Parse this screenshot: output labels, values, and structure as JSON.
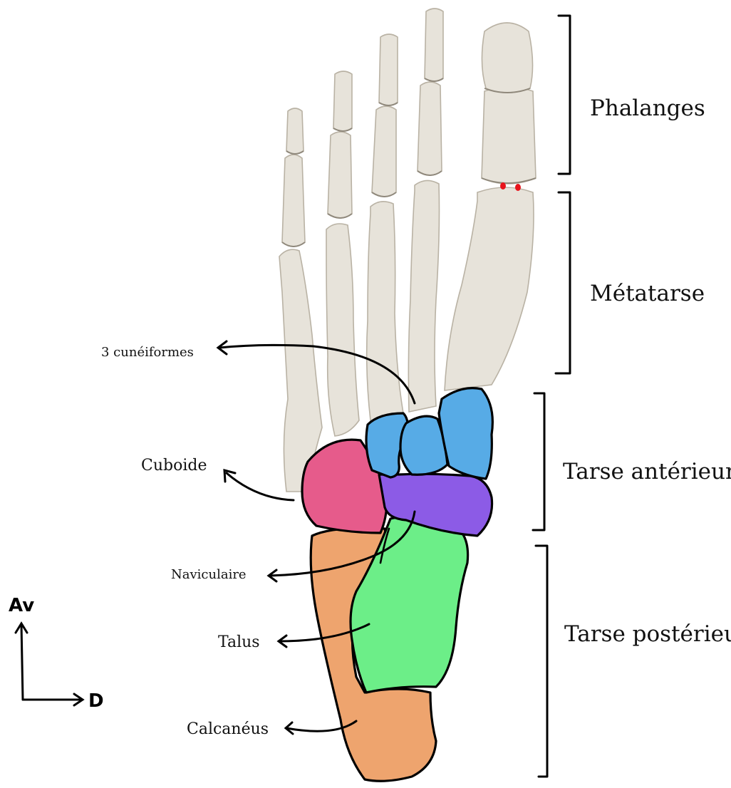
{
  "regions": {
    "phalanges": "Phalanges",
    "metatarse": "Métatarse",
    "tarse_anterieur": "Tarse antérieur",
    "tarse_posterieur": "Tarse postérieur"
  },
  "bones": {
    "cuneiformes": "3 cunéiformes",
    "cuboide": "Cuboide",
    "naviculaire": "Naviculaire",
    "talus": "Talus",
    "calcaneus": "Calcanéus"
  },
  "orientation": {
    "anterior": "Av",
    "distal": "D"
  },
  "colors": {
    "cuneiformes": "#57abe6",
    "cuboide": "#e65b8b",
    "naviculaire": "#8c5be6",
    "talus": "#6cee88",
    "calcaneus": "#eea46e",
    "bone": "#e7e3da",
    "marker": "#e8141c"
  }
}
